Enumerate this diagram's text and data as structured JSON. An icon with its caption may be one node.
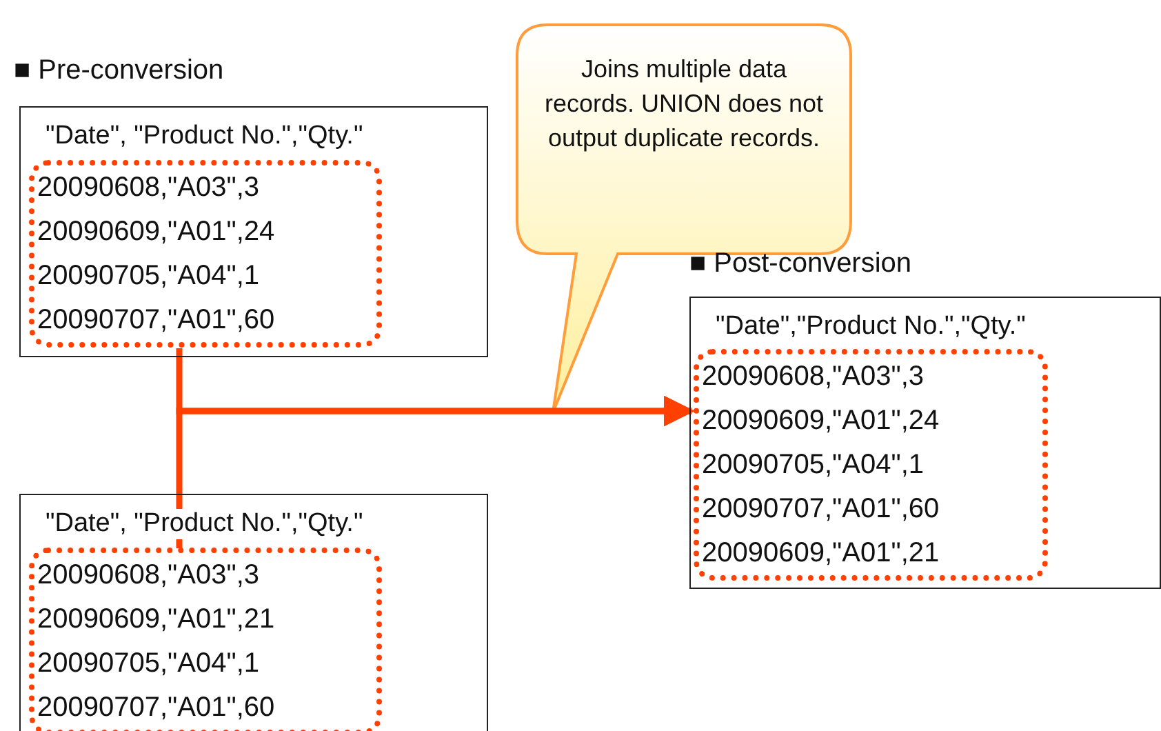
{
  "diagram": {
    "nodes": [
      {
        "text": [
          "\"Date\", \"Product No.\",\"Qty.\""
        ]
      },
      {
        "text": [
          "20090608,\"A03\",3",
          "20090609,\"A01\",24",
          "20090705,\"A04\",1",
          "20090707,\"A01\",60"
        ],
        "in": 0
      },
      {
        "text": [
          "\"Date\", \"Product No.\",\"Qty.\""
        ]
      },
      {
        "text": [
          "20090608,\"A03\",3",
          "20090609,\"A01\",21",
          "20090705,\"A04\",1",
          "20090707,\"A01\",60"
        ],
        "in": 2
      },
      {
        "text": [
          "Joins multiple data records. UNION does not output duplicate records."
        ]
      },
      {
        "text": [
          "\"Date\",\"Product No.\",\"Qty.\""
        ]
      },
      {
        "text": [
          "20090608,\"A03\",3",
          "20090609,\"A01\",24",
          "20090705,\"A04\",1",
          "20090707,\"A01\",60",
          "20090609,\"A01\",21"
        ],
        "in": 5
      }
    ],
    "edges": [
      {
        "from": 1,
        "to": 6,
        "arrow": "to"
      },
      {
        "from": 3,
        "to": 6,
        "arrow": "to"
      }
    ],
    "labels": [
      "■ Pre-conversion",
      "■ Post-conversion"
    ]
  }
}
